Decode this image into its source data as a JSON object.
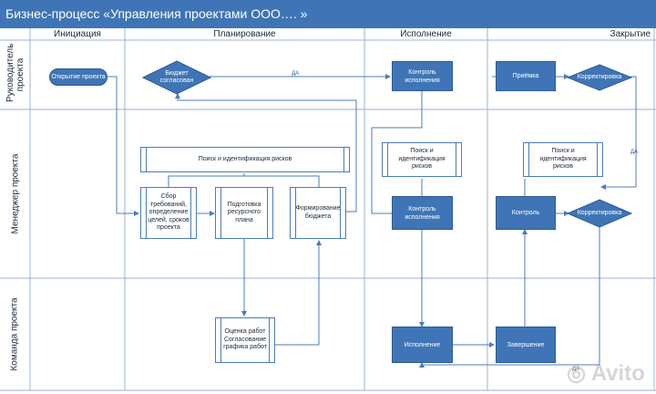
{
  "title": "Бизнес-процесс «Управления проектами ООО…. »",
  "columns": [
    "Инициация",
    "Планирование",
    "Исполнение",
    "Закрытие"
  ],
  "lanes": [
    "Руководитель проекта",
    "Менеджер проекта",
    "Команда проекта"
  ],
  "nodes": {
    "start": "Открытие проекта",
    "budget_approved": "Бюджет согласован",
    "exec_control_top": "Контроль исполнения",
    "acceptance": "Приёмка",
    "correction_top": "Корректировка",
    "risk_plan": "Поиск и идентификация рисков",
    "risk_exec": "Поиск и идентификация рисков",
    "risk_close": "Поиск и идентификация рисков",
    "requirements": "Сбор требований, определение целей, сроков проекта",
    "resource_plan": "Подготовка ресурсного плана",
    "budget_form": "Формирование бюджета",
    "exec_control_mid": "Контроль исполнения",
    "control": "Контроль",
    "correction_mid": "Корректировка",
    "work_estimate": "Оценка работ Согласование графика работ",
    "execution": "Исполнение",
    "completion": "Завершение"
  },
  "edge_labels": {
    "da1": "ДА",
    "da2": "ДА",
    "da3": "ДА"
  },
  "watermark": "Avito",
  "colors": {
    "header": "#3f75b6",
    "node": "#3f75b6",
    "line": "#4a7cb9",
    "grid": "#9ab3cf"
  }
}
